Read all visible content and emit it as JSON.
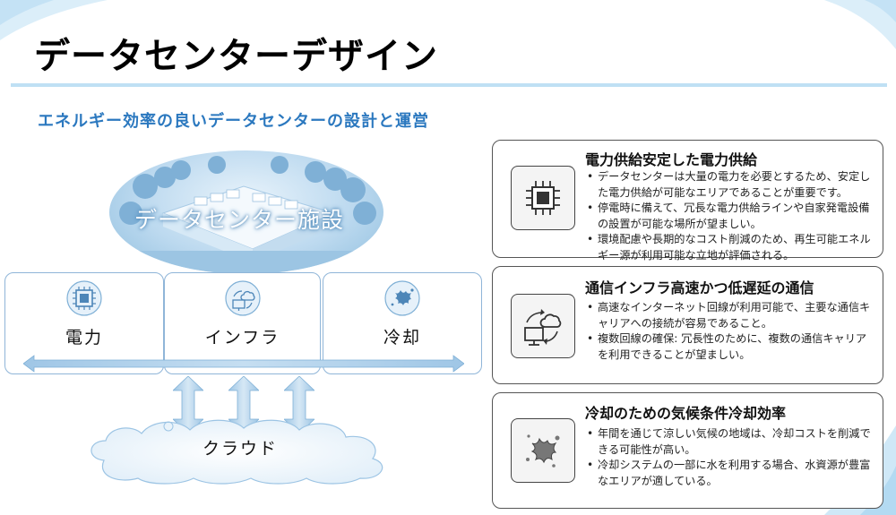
{
  "slide": {
    "title": "データセンターデザイン",
    "subtitle": "エネルギー効率の良いデータセンターの設計と運営"
  },
  "diagram": {
    "facility_label": "データセンター施設",
    "pillars": [
      {
        "label": "電力",
        "icon": "cpu-chip-icon"
      },
      {
        "label": "インフラ",
        "icon": "cloud-sync-icon"
      },
      {
        "label": "冷却",
        "icon": "splash-icon"
      }
    ],
    "cloud_label": "クラウド"
  },
  "cards": [
    {
      "title": "電力供給安定した電力供給",
      "icon": "cpu-chip-icon",
      "bullets": [
        "データセンターは大量の電力を必要とするため、安定した電力供給が可能なエリアであることが重要です。",
        "停電時に備えて、冗長な電力供給ラインや自家発電設備の設置が可能な場所が望ましい。",
        "環境配慮や長期的なコスト削減のため、再生可能エネルギー源が利用可能な立地が評価される。"
      ]
    },
    {
      "title": "通信インフラ高速かつ低遅延の通信",
      "icon": "cloud-sync-icon",
      "bullets": [
        "高速なインターネット回線が利用可能で、主要な通信キャリアへの接続が容易であること。",
        "複数回線の確保: 冗長性のために、複数の通信キャリアを利用できることが望ましい。"
      ]
    },
    {
      "title": "冷却のための気候条件冷却効率",
      "icon": "splash-icon",
      "bullets": [
        "年間を通じて涼しい気候の地域は、冷却コストを削減できる可能性が高い。",
        "冷却システムの一部に水を利用する場合、水資源が豊富なエリアが適している。"
      ]
    }
  ],
  "colors": {
    "accent": "#2b78bf",
    "rule": "#bfe0f4",
    "box_border": "#8fb5d8"
  }
}
